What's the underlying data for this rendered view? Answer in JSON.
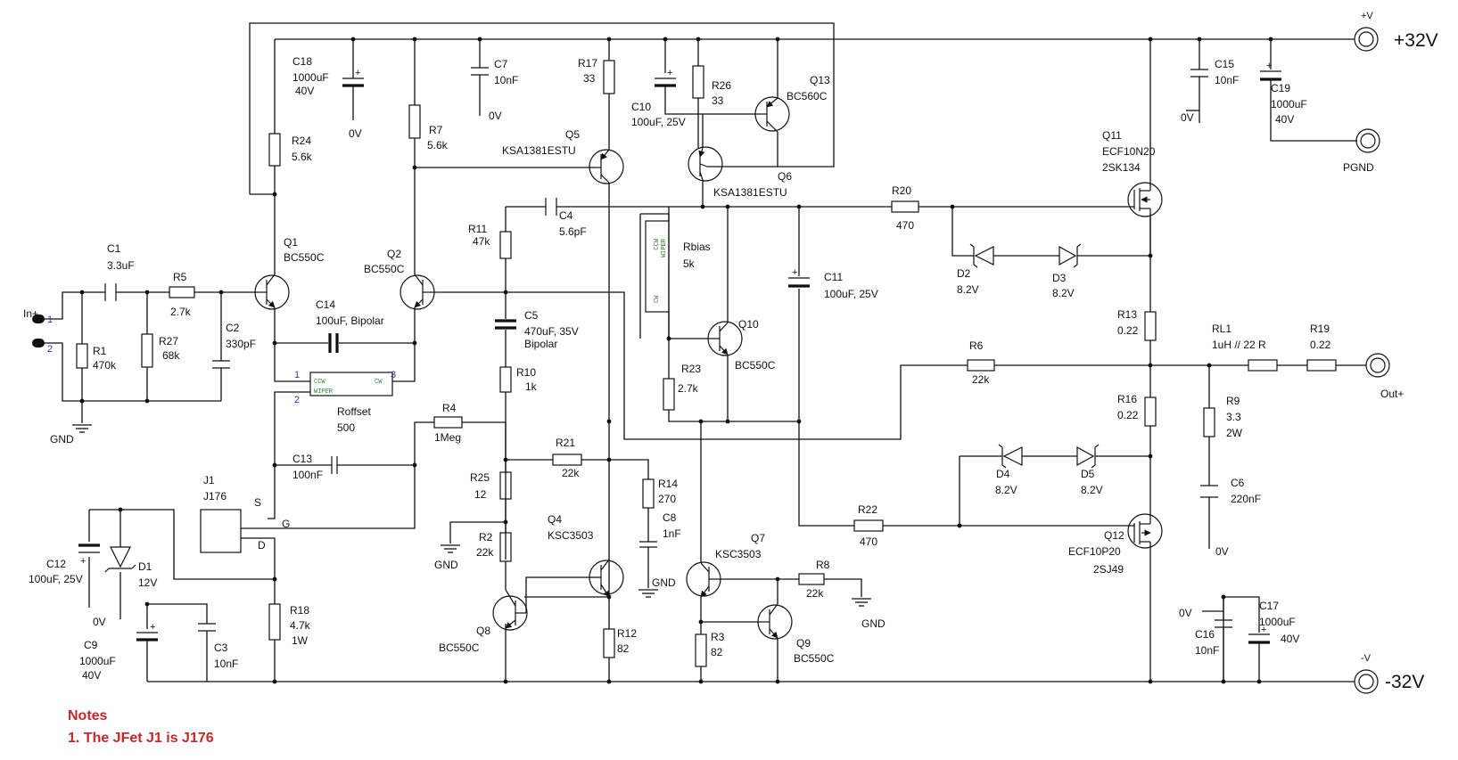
{
  "rails": {
    "pos_label": "+32V",
    "pos_pin": "+V",
    "neg_label": "-32V",
    "neg_pin": "-V",
    "pgnd": "PGND",
    "out": "Out+",
    "in": "In+",
    "in_pin1": "1",
    "in_pin2": "2"
  },
  "grounds": {
    "gnd": "GND",
    "zero_v": "0V"
  },
  "components": {
    "C1": {
      "name": "C1",
      "value": "3.3uF"
    },
    "R5": {
      "name": "R5",
      "value": "2.7k"
    },
    "R1": {
      "name": "R1",
      "value": "470k"
    },
    "R27": {
      "name": "R27",
      "value": "68k"
    },
    "C2": {
      "name": "C2",
      "value": "330pF"
    },
    "C18": {
      "name": "C18",
      "value": "1000uF",
      "rating": "40V"
    },
    "R24": {
      "name": "R24",
      "value": "5.6k"
    },
    "Q1": {
      "name": "Q1",
      "value": "BC550C"
    },
    "Q2": {
      "name": "Q2",
      "value": "BC550C"
    },
    "R7": {
      "name": "R7",
      "value": "5.6k"
    },
    "C7": {
      "name": "C7",
      "value": "10nF"
    },
    "C14": {
      "name": "C14",
      "value": "100uF, Bipolar"
    },
    "Roffset": {
      "name": "Roffset",
      "value": "500",
      "pin1": "1",
      "pin2": "2",
      "pin3": "3"
    },
    "R4": {
      "name": "R4",
      "value": "1Meg"
    },
    "C13": {
      "name": "C13",
      "value": "100nF"
    },
    "J1": {
      "name": "J1",
      "value": "J176",
      "s": "S",
      "g": "G",
      "d": "D"
    },
    "R18": {
      "name": "R18",
      "value": "4.7k",
      "rating": "1W"
    },
    "C12": {
      "name": "C12",
      "value": "100uF, 25V"
    },
    "D1": {
      "name": "D1",
      "value": "12V"
    },
    "C9": {
      "name": "C9",
      "value": "1000uF",
      "rating": "40V"
    },
    "C3": {
      "name": "C3",
      "value": "10nF"
    },
    "R17": {
      "name": "R17",
      "value": "33"
    },
    "Q5": {
      "name": "Q5",
      "value": "KSA1381ESTU"
    },
    "C10": {
      "name": "C10",
      "value": "100uF, 25V"
    },
    "R26": {
      "name": "R26",
      "value": "33"
    },
    "Q13": {
      "name": "Q13",
      "value": "BC560C"
    },
    "Q6": {
      "name": "Q6",
      "value": "KSA1381ESTU"
    },
    "C4": {
      "name": "C4",
      "value": "5.6pF"
    },
    "R11": {
      "name": "R11",
      "value": "47k"
    },
    "C5": {
      "name": "C5",
      "value": "470uF, 35V",
      "type": "Bipolar"
    },
    "R10": {
      "name": "R10",
      "value": "1k"
    },
    "Rbias": {
      "name": "Rbias",
      "value": "5k"
    },
    "Q10": {
      "name": "Q10",
      "value": "BC550C"
    },
    "R23": {
      "name": "R23",
      "value": "2.7k"
    },
    "R21": {
      "name": "R21",
      "value": "22k"
    },
    "R25": {
      "name": "R25",
      "value": "12"
    },
    "R2": {
      "name": "R2",
      "value": "22k"
    },
    "R14": {
      "name": "R14",
      "value": "270"
    },
    "C8": {
      "name": "C8",
      "value": "1nF"
    },
    "Q4": {
      "name": "Q4",
      "value": "KSC3503"
    },
    "Q8": {
      "name": "Q8",
      "value": "BC550C"
    },
    "R12": {
      "name": "R12",
      "value": "82"
    },
    "Q7": {
      "name": "Q7",
      "value": "KSC3503"
    },
    "R8": {
      "name": "R8",
      "value": "22k"
    },
    "R3": {
      "name": "R3",
      "value": "82"
    },
    "Q9": {
      "name": "Q9",
      "value": "BC550C"
    },
    "C11": {
      "name": "C11",
      "value": "100uF, 25V"
    },
    "R20": {
      "name": "R20",
      "value": "470"
    },
    "D2": {
      "name": "D2",
      "value": "8.2V"
    },
    "D3": {
      "name": "D3",
      "value": "8.2V"
    },
    "R6": {
      "name": "R6",
      "value": "22k"
    },
    "R22": {
      "name": "R22",
      "value": "470"
    },
    "D4": {
      "name": "D4",
      "value": "8.2V"
    },
    "D5": {
      "name": "D5",
      "value": "8.2V"
    },
    "Q11": {
      "name": "Q11",
      "value": "ECF10N20",
      "alt": "2SK134"
    },
    "Q12": {
      "name": "Q12",
      "value": "ECF10P20",
      "alt": "2SJ49"
    },
    "R13": {
      "name": "R13",
      "value": "0.22"
    },
    "R16": {
      "name": "R16",
      "value": "0.22"
    },
    "RL1": {
      "name": "RL1",
      "value": "1uH // 22 R"
    },
    "R19": {
      "name": "R19",
      "value": "0.22"
    },
    "R9": {
      "name": "R9",
      "value": "3.3",
      "rating": "2W"
    },
    "C6": {
      "name": "C6",
      "value": "220nF"
    },
    "C15": {
      "name": "C15",
      "value": "10nF"
    },
    "C19": {
      "name": "C19",
      "value": "1000uF",
      "rating": "40V"
    },
    "C16": {
      "name": "C16",
      "value": "10nF"
    },
    "C17": {
      "name": "C17",
      "value": "1000uF",
      "rating": "40V"
    }
  },
  "notes": {
    "title": "Notes",
    "line1": "1. The JFet J1 is J176"
  }
}
